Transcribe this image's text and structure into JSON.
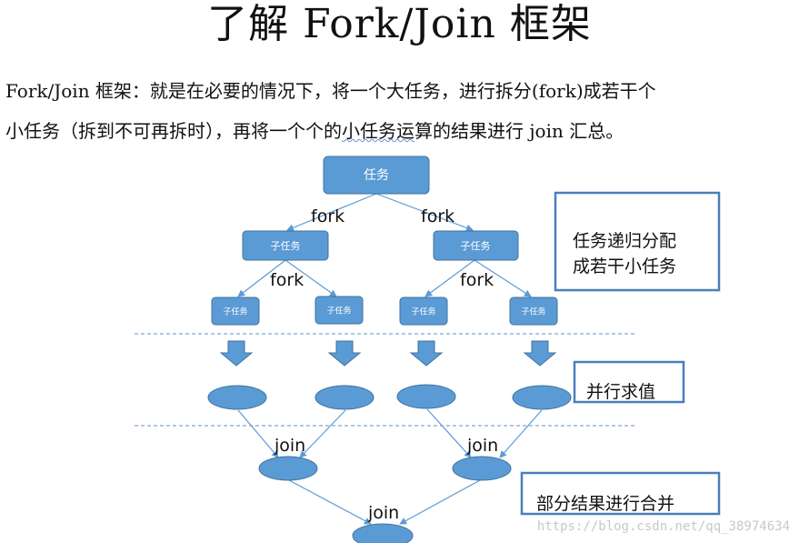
{
  "title": "了解 Fork/Join 框架",
  "description": {
    "line1": "Fork/Join 框架：就是在必要的情况下，将一个大任务，进行拆分(fork)成若干个",
    "line2_a": "小任务（拆到不可再拆时），再将一个个的",
    "line2_b": "小任务运",
    "line2_c": "算的结果进行  join 汇总。"
  },
  "diagram": {
    "root_label": "任务",
    "subtask_label": "子任务",
    "leaf_label": "子任务",
    "fork_label": "fork",
    "join_label": "join",
    "notes": {
      "recursive_line1": "任务递归分配",
      "recursive_line2": "成若干小任务",
      "parallel": "并行求值",
      "merge": "部分结果进行合并"
    }
  },
  "watermark": "https://blog.csdn.net/qq_38974634",
  "colors": {
    "node": "#5b9bd5",
    "node_border": "#41719c",
    "note_border": "#4a7ebb"
  }
}
